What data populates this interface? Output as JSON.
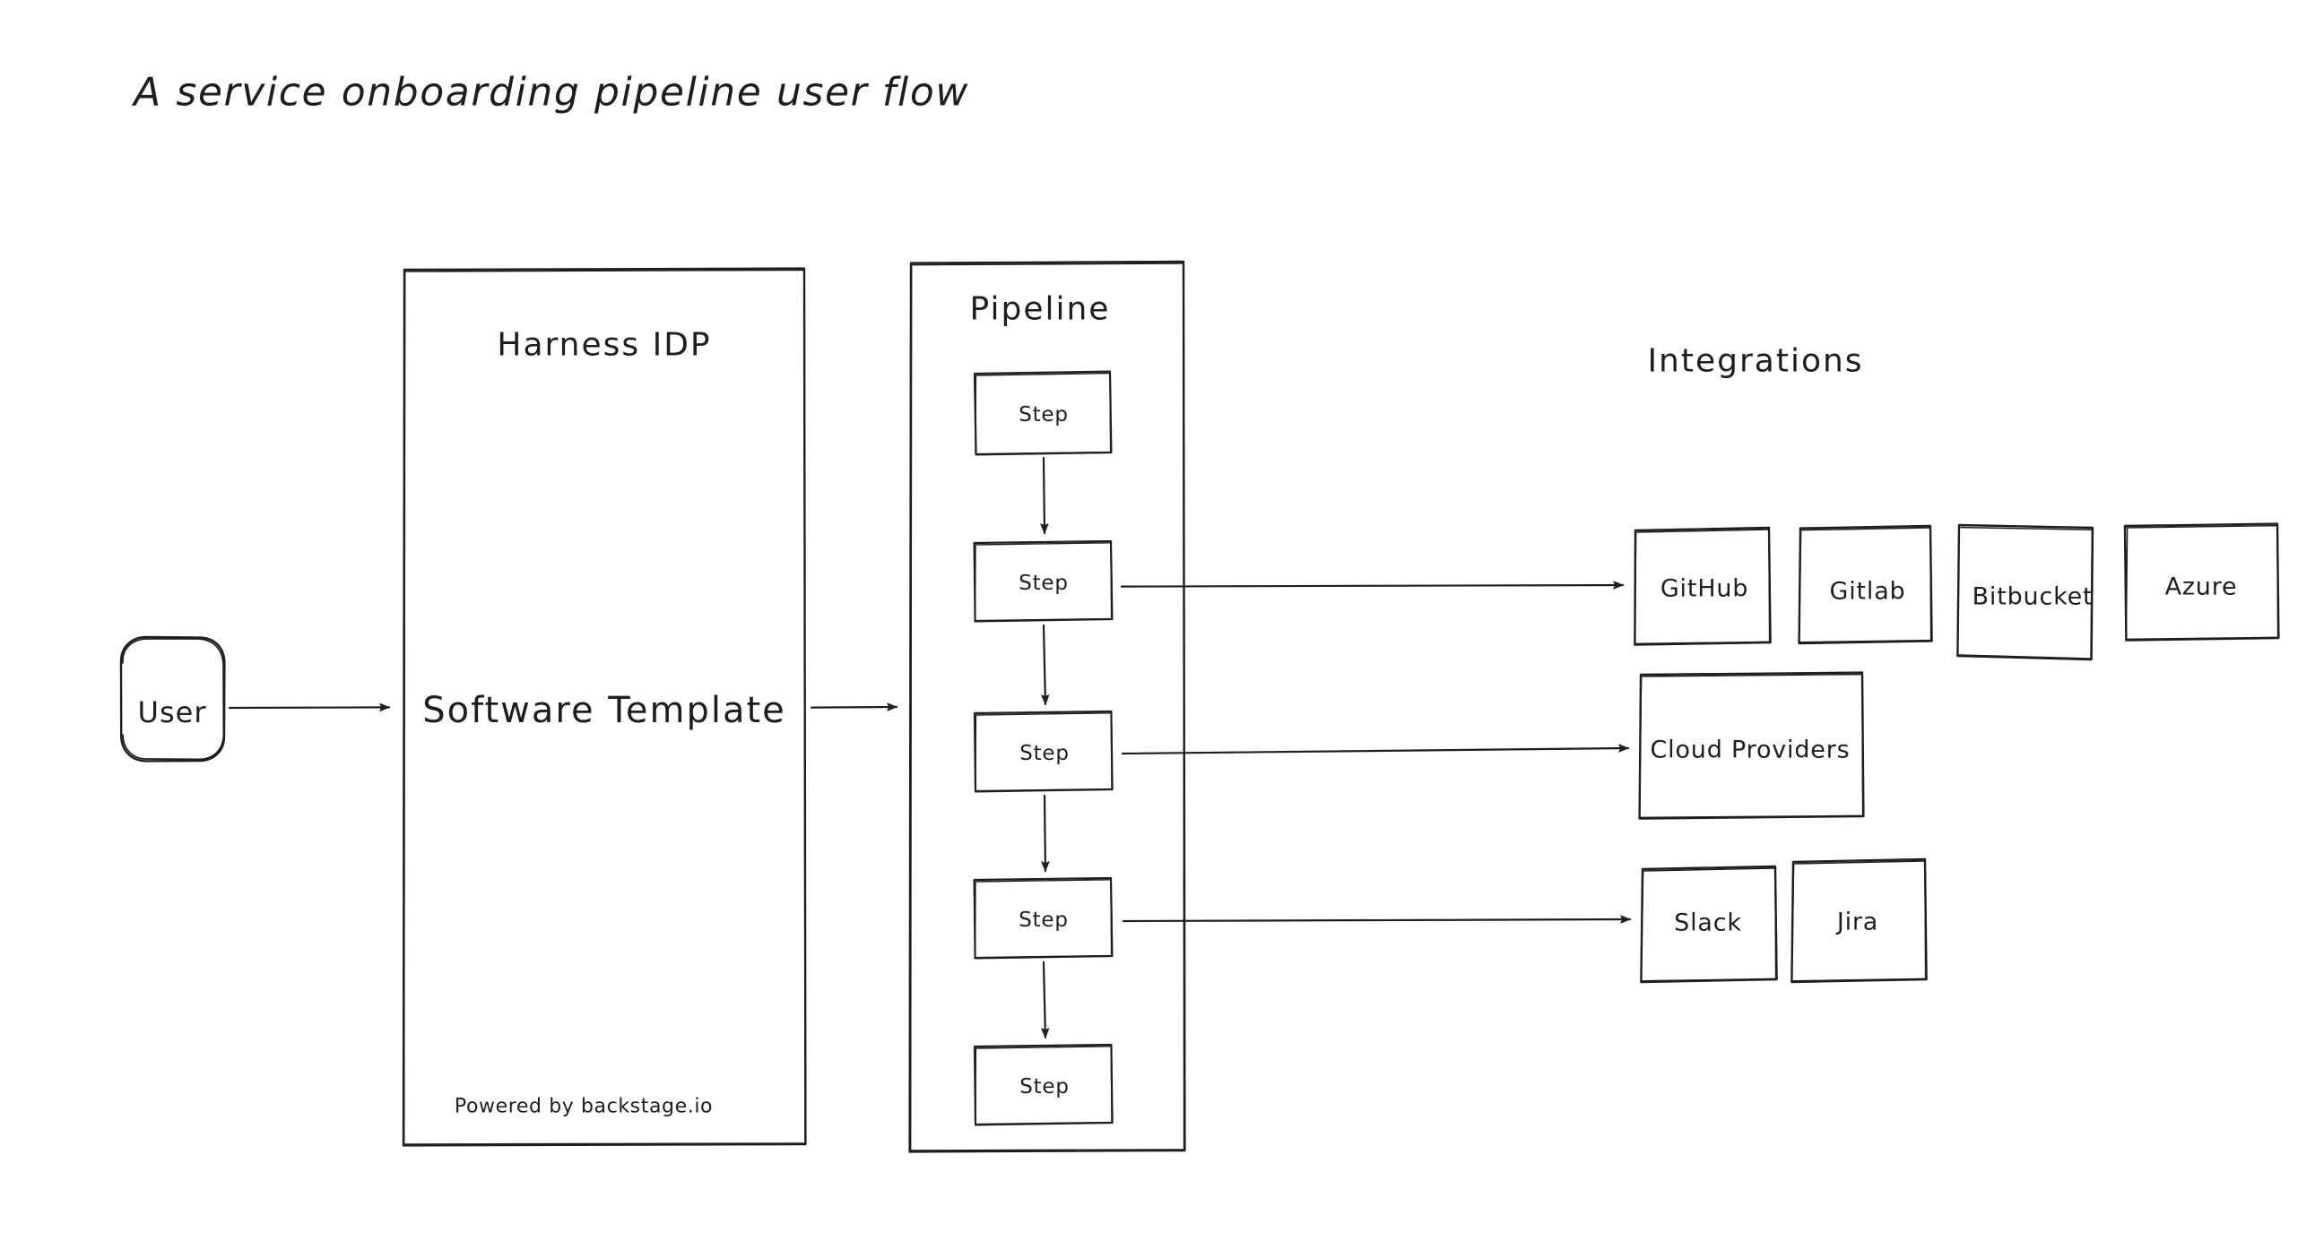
{
  "title": "A service onboarding pipeline user flow",
  "colors": {
    "stroke": "#1e1e1e",
    "background": "#ffffff",
    "fill": "#ffffff"
  },
  "nodes": {
    "user": {
      "label": "User"
    },
    "idp": {
      "title": "Harness IDP",
      "main_label": "Software Template",
      "footer": "Powered by backstage.io"
    },
    "pipeline": {
      "title": "Pipeline",
      "steps": [
        {
          "label": "Step"
        },
        {
          "label": "Step"
        },
        {
          "label": "Step"
        },
        {
          "label": "Step"
        },
        {
          "label": "Step"
        }
      ]
    },
    "integrations": {
      "title": "Integrations",
      "scm": [
        {
          "label": "GitHub"
        },
        {
          "label": "Gitlab"
        },
        {
          "label": "Bitbucket"
        },
        {
          "label": "Azure"
        }
      ],
      "cloud": [
        {
          "label": "Cloud Providers"
        }
      ],
      "collab": [
        {
          "label": "Slack"
        },
        {
          "label": "Jira"
        }
      ]
    }
  },
  "edges": [
    {
      "from": "user",
      "to": "idp"
    },
    {
      "from": "idp",
      "to": "pipeline"
    },
    {
      "from": "step-1",
      "to": "step-2"
    },
    {
      "from": "step-2",
      "to": "step-3"
    },
    {
      "from": "step-3",
      "to": "step-4"
    },
    {
      "from": "step-4",
      "to": "step-5"
    },
    {
      "from": "step-2",
      "to": "github"
    },
    {
      "from": "step-3",
      "to": "cloud-providers"
    },
    {
      "from": "step-4",
      "to": "slack"
    }
  ]
}
